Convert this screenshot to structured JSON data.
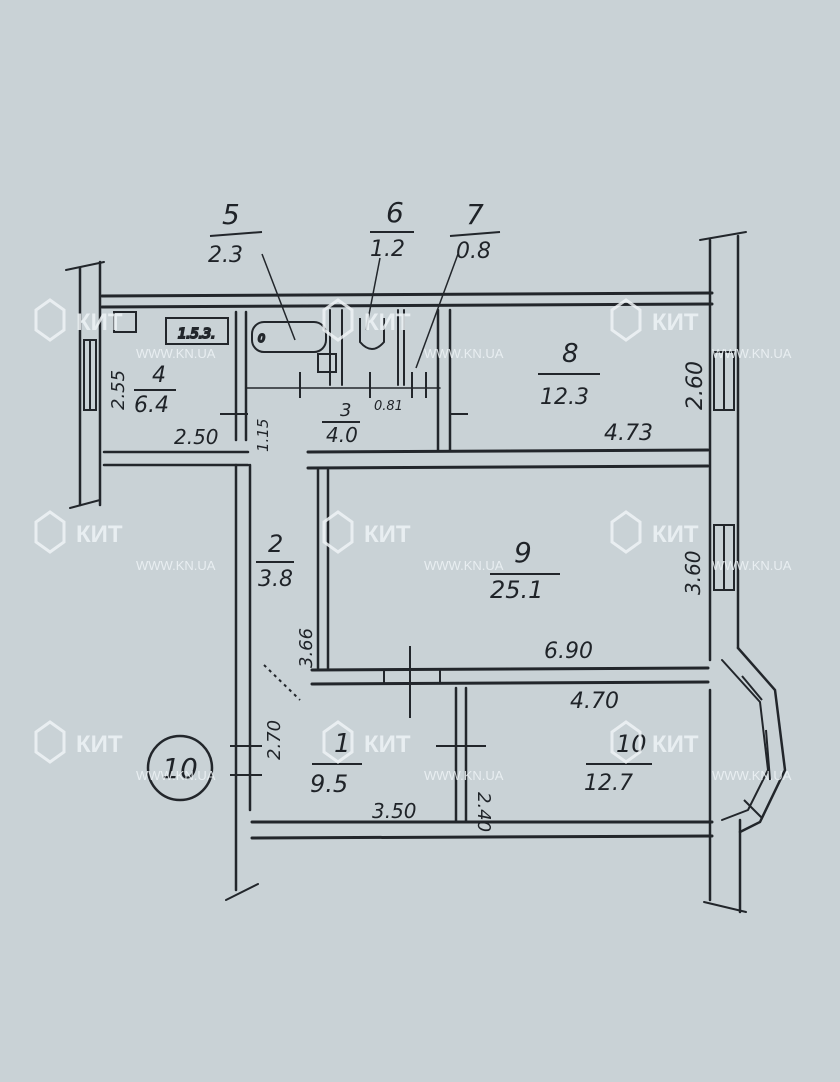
{
  "plan": {
    "apartment_number": "10",
    "rooms": [
      {
        "number": "1",
        "area": "9.5"
      },
      {
        "number": "2",
        "area": "3.8"
      },
      {
        "number": "3",
        "area": "4.0"
      },
      {
        "number": "4",
        "area": "6.4"
      },
      {
        "number": "5",
        "area": "2.3"
      },
      {
        "number": "6",
        "area": "1.2"
      },
      {
        "number": "7",
        "area": "0.8"
      },
      {
        "number": "8",
        "area": "12.3"
      },
      {
        "number": "9",
        "area": "25.1"
      },
      {
        "number": "10",
        "area": "12.7"
      }
    ],
    "dimensions": [
      "2.55",
      "2.50",
      "1.15",
      "0.81",
      "4.73",
      "2.60",
      "3.66",
      "3.60",
      "6.90",
      "4.70",
      "2.70",
      "3.50",
      "2.40"
    ],
    "fixture_label": "1.5.3.",
    "fixture_label_2": "0"
  },
  "watermark": {
    "brand": "КИТ",
    "url": "WWW.KN.UA"
  }
}
